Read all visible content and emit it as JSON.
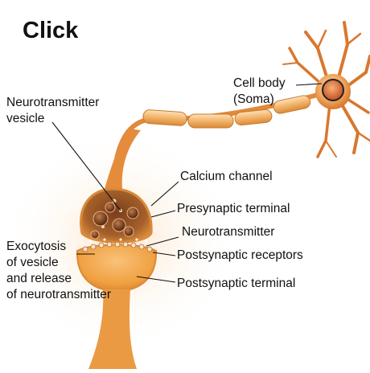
{
  "header": {
    "click_label": "Click"
  },
  "labels": {
    "cell_body": "Cell body",
    "soma": "(Soma)",
    "vesicle_line1": "Neurotransmitter",
    "vesicle_line2": "vesicle",
    "calcium_channel": "Calcium channel",
    "presynaptic_terminal": "Presynaptic terminal",
    "neurotransmitter": "Neurotransmitter",
    "exocytosis_line1": "Exocytosis",
    "exocytosis_line2": "of vesicle",
    "exocytosis_line3": "and release",
    "exocytosis_line4": "of neurotransmitter",
    "postsynaptic_receptors": "Postsynaptic receptors",
    "postsynaptic_terminal": "Postsynaptic terminal"
  }
}
